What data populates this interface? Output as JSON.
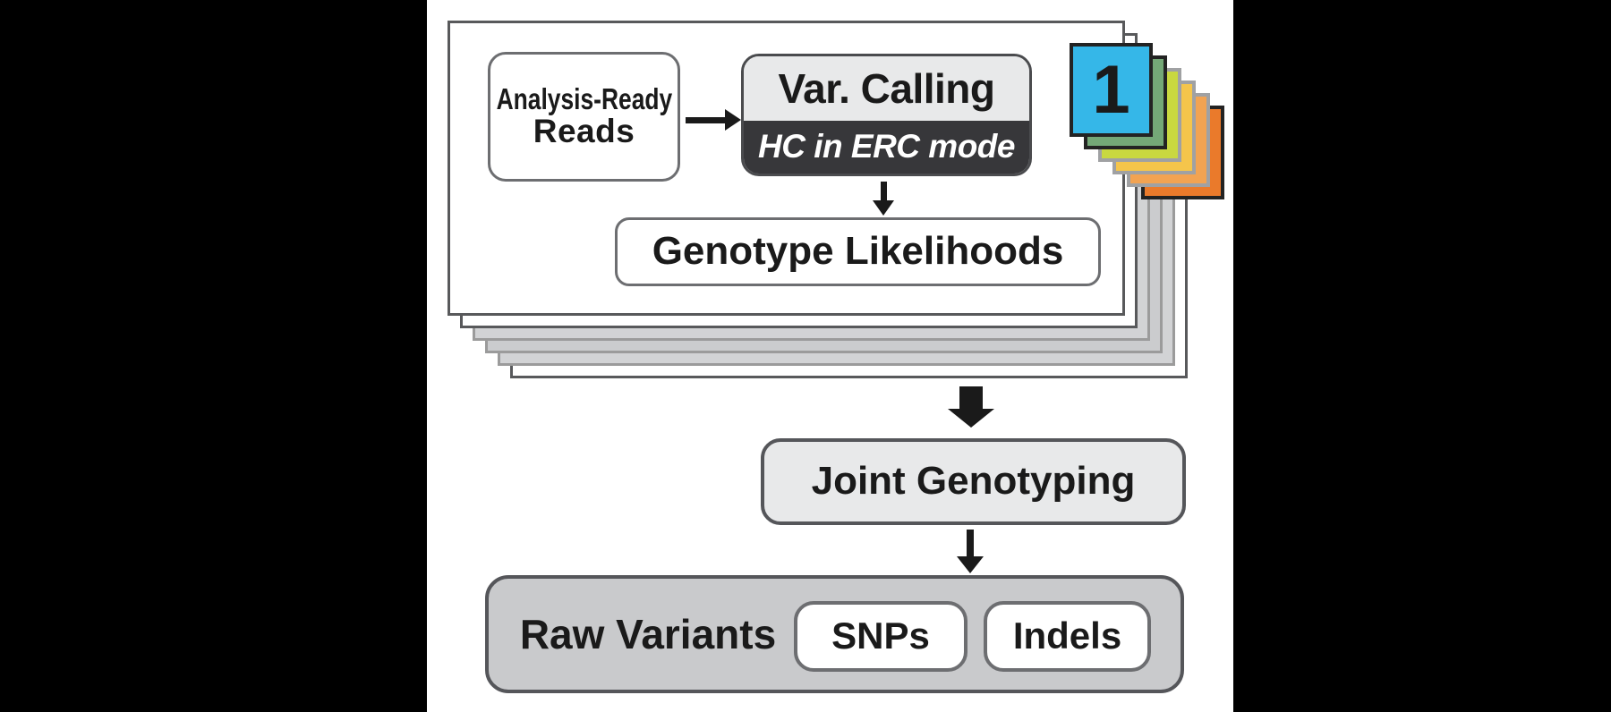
{
  "palette": {
    "background": "#000000",
    "panel": "#ffffff",
    "box_light_fill": "#e8e9ea",
    "dark_banner_fill": "#37373a",
    "raw_container_fill": "#c9cacc",
    "page_gray_fill": "#d2d3d5",
    "border_dark": "#55565a",
    "border_gray": "#6d6e71",
    "arrow_color": "#1a1a1a",
    "text_dark": "#1a1a1a",
    "text_light": "#ffffff"
  },
  "stack": {
    "pages": [
      {
        "fill": "#ffffff",
        "border": "#58595b"
      },
      {
        "fill": "#ffffff",
        "border": "#58595b"
      },
      {
        "fill": "#d2d3d5",
        "border": "#9b9b9b"
      },
      {
        "fill": "#cbccce",
        "border": "#9b9b9b"
      },
      {
        "fill": "#d2d3d5",
        "border": "#9b9b9b"
      },
      {
        "fill": "#ffffff",
        "border": "#58595b"
      }
    ],
    "tabs": [
      {
        "label": "1",
        "fill": "#35b7e8",
        "border": "#232323"
      },
      {
        "label": "",
        "fill": "#74a877",
        "border": "#232323"
      },
      {
        "label": "",
        "fill": "#c9d840",
        "border": "#a0a1a3"
      },
      {
        "label": "",
        "fill": "#f5c54b",
        "border": "#a0a1a3"
      },
      {
        "label": "",
        "fill": "#f2a352",
        "border": "#a0a1a3"
      },
      {
        "label": "",
        "fill": "#ea7a2b",
        "border": "#232323"
      }
    ]
  },
  "boxes": {
    "reads_line1": "Analysis-Ready",
    "reads_line2": "Reads",
    "var_calling_title": "Var. Calling",
    "var_calling_subtitle": "HC in ERC mode",
    "genotype_likelihoods": "Genotype Likelihoods",
    "joint_genotyping": "Joint Genotyping",
    "raw_variants_label": "Raw Variants",
    "outputs": [
      {
        "label": "SNPs"
      },
      {
        "label": "Indels"
      }
    ]
  }
}
